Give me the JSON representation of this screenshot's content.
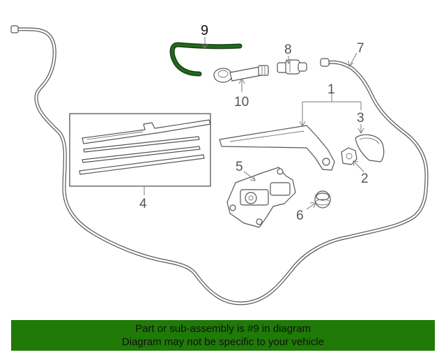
{
  "callouts": {
    "c1": "1",
    "c2": "2",
    "c3": "3",
    "c4": "4",
    "c5": "5",
    "c6": "6",
    "c7": "7",
    "c8": "8",
    "c9": "9",
    "c10": "10"
  },
  "highlight_color": "#1f6b1f",
  "banner": {
    "line1": "Part or sub-assembly is #9 in diagram",
    "line2": "Diagram may not be specific to your vehicle",
    "color": "#1f7a07"
  }
}
